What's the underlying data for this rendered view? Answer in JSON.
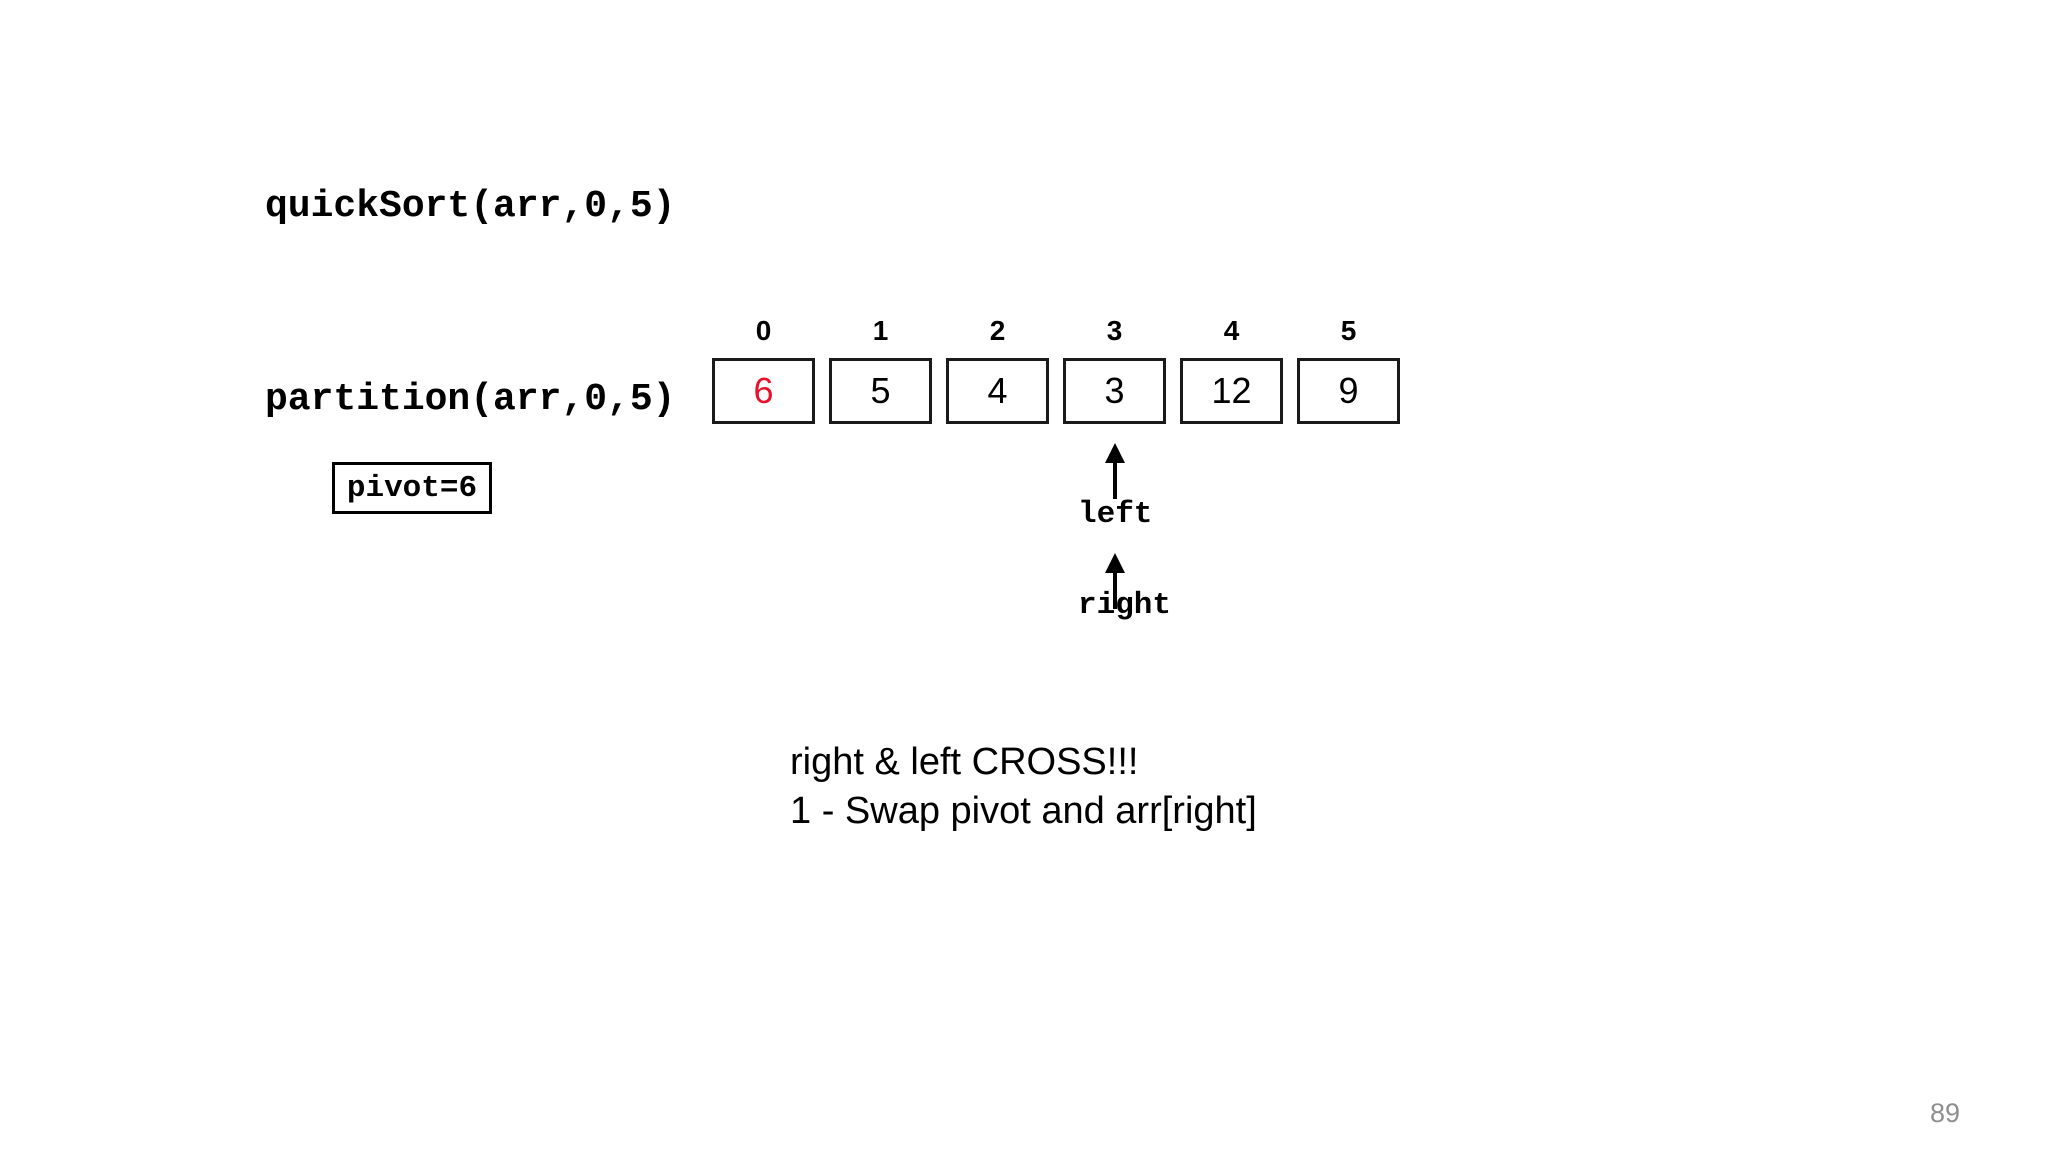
{
  "slide": {
    "background_color": "#ffffff",
    "page_number": "89"
  },
  "calls": {
    "quicksort": "quickSort(arr,0,5)",
    "partition": "partition(arr,0,5)"
  },
  "pivot": {
    "label": "pivot=6",
    "value": 6
  },
  "array": {
    "indices": [
      "0",
      "1",
      "2",
      "3",
      "4",
      "5"
    ],
    "values": [
      "6",
      "5",
      "4",
      "3",
      "12",
      "9"
    ],
    "highlight_index": 0,
    "highlight_color": "#e8112d",
    "border_color": "#1a1a1a"
  },
  "pointers": [
    {
      "name": "left",
      "label": "left",
      "index": 3,
      "icon": "arrow-up-icon"
    },
    {
      "name": "right",
      "label": "right",
      "index": 3,
      "icon": "arrow-up-icon"
    }
  ],
  "caption": {
    "line1": "right & left CROSS!!!",
    "line2": "1 - Swap pivot and arr[right]"
  }
}
